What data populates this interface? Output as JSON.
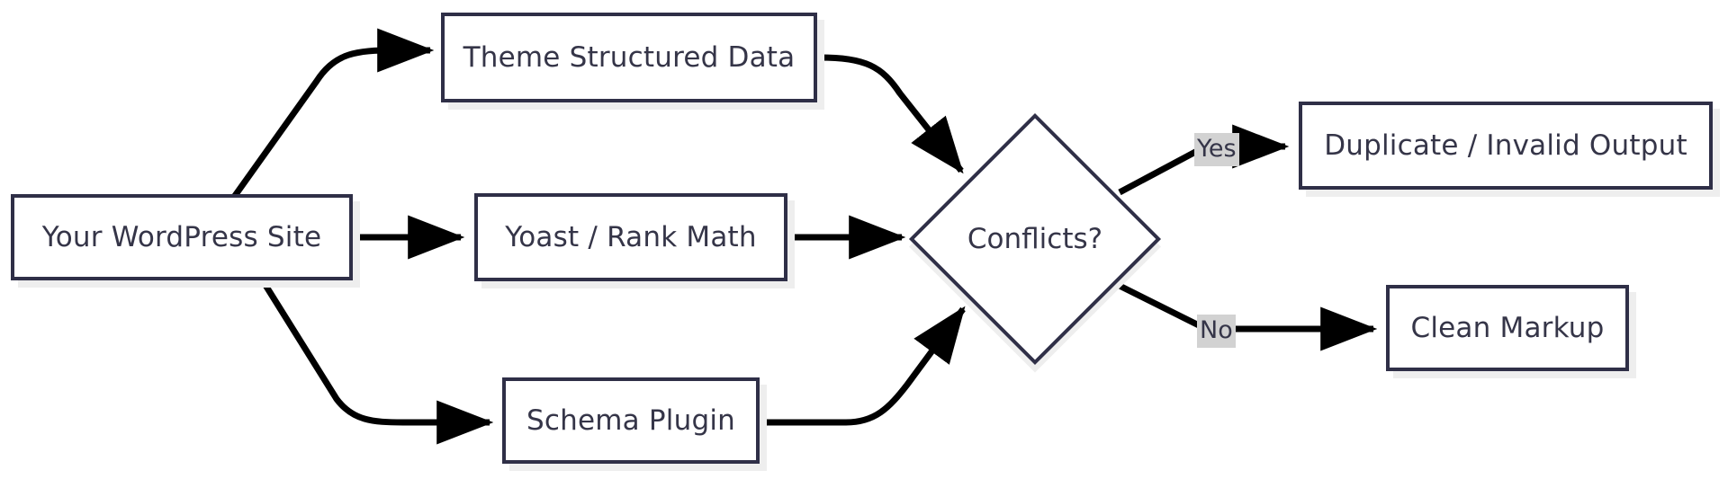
{
  "diagram": {
    "type": "flowchart",
    "orientation": "left-to-right",
    "background_color": "#ffffff",
    "node_border_color": "#2f2f47",
    "node_fill_color": "#ffffff",
    "node_text_color": "#353548",
    "edge_color": "#000000",
    "edge_label_bg_color": "#d2d2d2",
    "shadow_color": "#eeeeee"
  },
  "nodes": {
    "source": {
      "label": "Your WordPress Site",
      "shape": "rect"
    },
    "theme": {
      "label": "Theme Structured Data",
      "shape": "rect"
    },
    "seo_plugin": {
      "label": "Yoast / Rank Math",
      "shape": "rect"
    },
    "schema_plugin": {
      "label": "Schema Plugin",
      "shape": "rect"
    },
    "decision": {
      "label": "Conflicts?",
      "shape": "diamond"
    },
    "duplicate": {
      "label": "Duplicate / Invalid Output",
      "shape": "rect"
    },
    "clean": {
      "label": "Clean Markup",
      "shape": "rect"
    }
  },
  "edge_labels": {
    "yes": "Yes",
    "no": "No"
  },
  "edges": [
    {
      "from": "source",
      "to": "theme",
      "label": ""
    },
    {
      "from": "source",
      "to": "seo_plugin",
      "label": ""
    },
    {
      "from": "source",
      "to": "schema_plugin",
      "label": ""
    },
    {
      "from": "theme",
      "to": "decision",
      "label": ""
    },
    {
      "from": "seo_plugin",
      "to": "decision",
      "label": ""
    },
    {
      "from": "schema_plugin",
      "to": "decision",
      "label": ""
    },
    {
      "from": "decision",
      "to": "duplicate",
      "label": "Yes"
    },
    {
      "from": "decision",
      "to": "clean",
      "label": "No"
    }
  ]
}
